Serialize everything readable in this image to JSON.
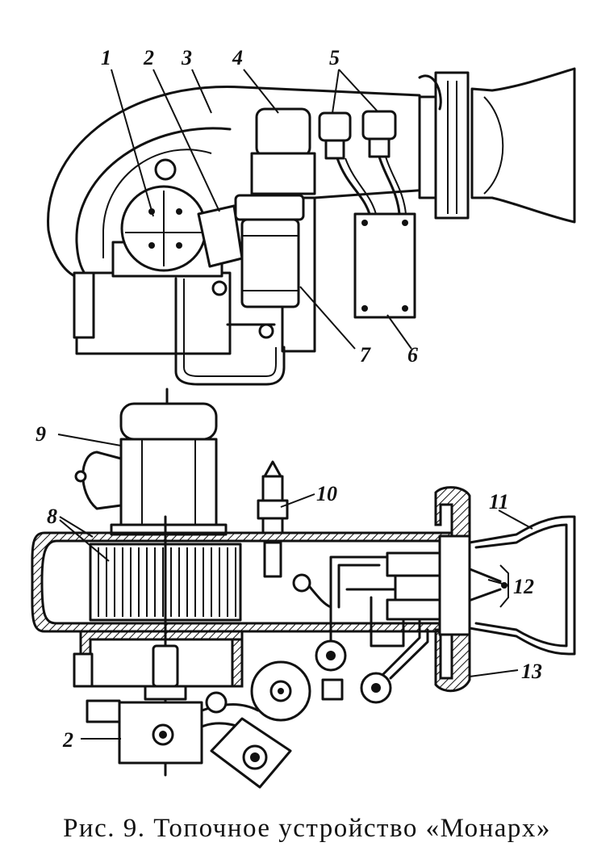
{
  "callouts_top": [
    "1",
    "2",
    "3",
    "4",
    "5",
    "7",
    "6"
  ],
  "callouts_bottom": [
    "9",
    "8",
    "10",
    "11",
    "12",
    "13",
    "2"
  ],
  "caption": "Рис. 9. Топочное устройство «Монарх»"
}
